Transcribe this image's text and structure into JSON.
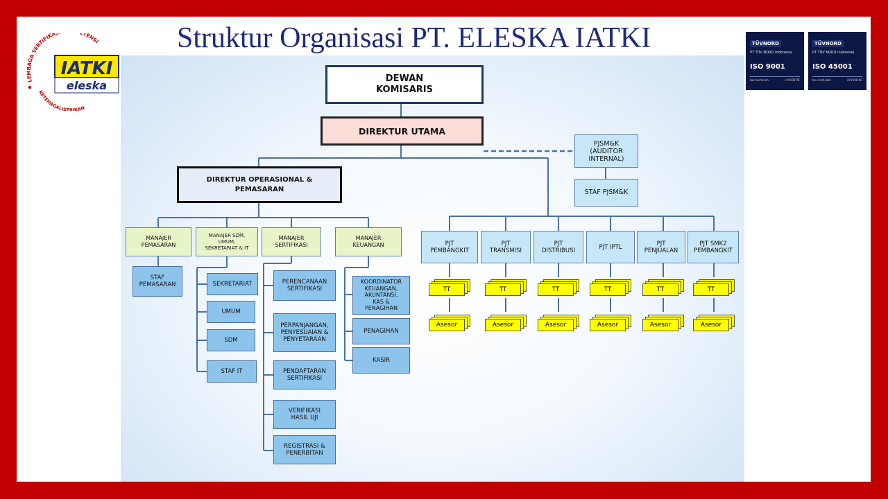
{
  "title": "Struktur Organisasi PT. ELESKA IATKI",
  "logo": {
    "main": "IATKI",
    "sub": "eleska",
    "ring_text_top": "LEMBAGA SERTIFIKASI KOMPETENSI",
    "ring_text_bottom": "KETENAGALISTRIKAN"
  },
  "certs": [
    {
      "brand": "TÜVNORD",
      "company": "PT TÜV NORD Indonesia",
      "standard": "ISO 9001",
      "foot_left": "tuv-nord.com",
      "foot_right": "id 9108 RC"
    },
    {
      "brand": "TÜVNORD",
      "company": "PT TÜV NORD Indonesia",
      "standard": "ISO 45001",
      "foot_left": "tuv-nord.com",
      "foot_right": "id 9108 RC"
    }
  ],
  "org": {
    "dewan": "DEWAN\nKOMISARIS",
    "direktur_utama": "DIREKTUR UTAMA",
    "pjsmk": "PJSM&K\n(AUDITOR\nINTERNAL)",
    "staf_pjsmk": "STAF PJSM&K",
    "direktur_ops": "DIREKTUR  OPERASIONAL &\nPEMASARAN",
    "managers": [
      "MANAJER\nPEMASARAN",
      "MANAJER SDM,\nUMUM,\nSEKRETARIAT & IT",
      "MANAJER\nSERTIFIKASI",
      "MANAJER\nKEUANGAN"
    ],
    "staf_pemasaran": "STAF\nPEMASARAN",
    "sdm_staff": [
      "SEKRETARIAT",
      "UMUM",
      "SDM",
      "STAF IT"
    ],
    "sertifikasi_staff": [
      "PERENCANAAN\nSERTIFIKASI",
      "PERPANJANGAN,\nPENYESUAIAN &\nPENYETARAAN",
      "PENDAFTARAN\nSERTIFIKASI",
      "VERIFIKASI\nHASIL UJI",
      "REGISTRASI &\nPENERBITAN"
    ],
    "keuangan_staff": [
      "KOORDINATOR\nKEUANGAN,\nAKUNTANSI,\nKAS &\nPENAGIHAN",
      "PENAGIHAN",
      "KASIR"
    ],
    "pjt": [
      "PJT\nPEMBANGKIT",
      "PJT\nTRANSMISI",
      "PJT\nDISTRIBUSI",
      "PJT IPTL",
      "PJT\nPENJUALAN",
      "PJT SMK2\nPEMBANGKIT"
    ],
    "tt_label": "TT",
    "asesor_label": "Asesor"
  }
}
